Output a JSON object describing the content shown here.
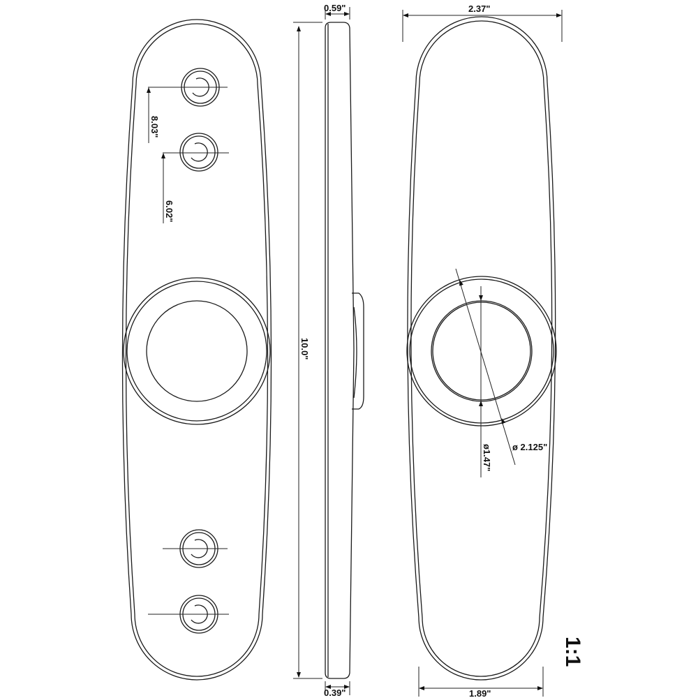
{
  "drawing": {
    "front_view": {
      "dim_upper_holes": "8.03\"",
      "dim_lower_holes": "6.02\""
    },
    "side_view": {
      "total_length": "10.0\"",
      "top_thickness": "0.59\"",
      "bottom_thickness": "0.39\""
    },
    "rear_view": {
      "top_width": "2.37\"",
      "bottom_width": "1.89\"",
      "outer_diameter": "ø 2.125\"",
      "inner_diameter": "ø1.47\""
    },
    "scale": "1:1",
    "line_color": "#1a1a1a"
  }
}
